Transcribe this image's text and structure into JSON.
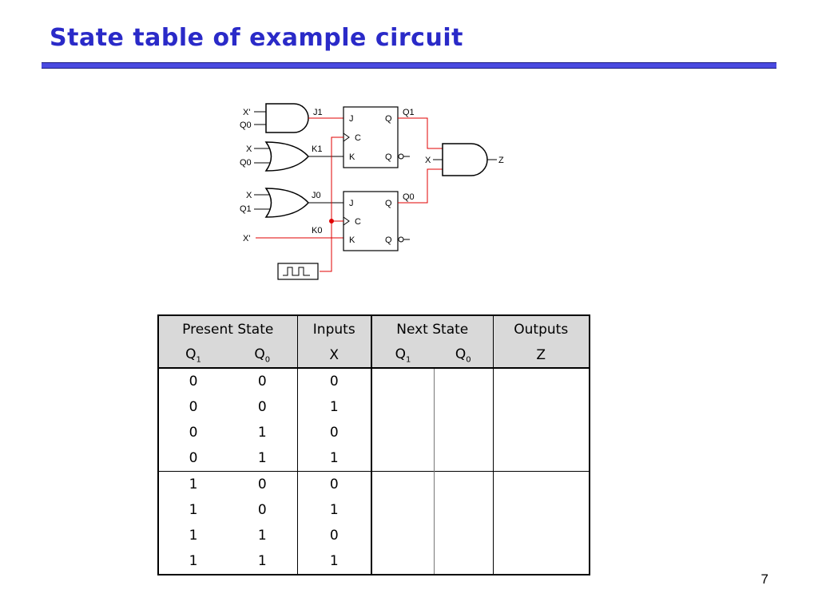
{
  "slide": {
    "title": "State table of example circuit",
    "page_number": "7"
  },
  "circuit": {
    "labels": {
      "x_prime_top": "X'",
      "q0_a": "Q0",
      "j1": "J1",
      "x_b": "X",
      "q0_b": "Q0",
      "k1": "K1",
      "x_c": "X",
      "q1_c": "Q1",
      "j0": "J0",
      "x_prime_bottom": "X'",
      "k0": "K0",
      "q1_out": "Q1",
      "q0_out": "Q0",
      "x_and": "X",
      "z_out": "Z",
      "ff_j": "J",
      "ff_c": "C",
      "ff_k": "K",
      "ff_q": "Q",
      "ff_qbar": "Q"
    }
  },
  "table": {
    "headers": {
      "present_state": "Present State",
      "inputs": "Inputs",
      "next_state": "Next State",
      "outputs": "Outputs"
    },
    "subheaders": {
      "q": "Q",
      "sub1": "1",
      "sub0": "0",
      "x": "X",
      "z": "Z"
    },
    "rows": [
      {
        "q1": "0",
        "q0": "0",
        "x": "0"
      },
      {
        "q1": "0",
        "q0": "0",
        "x": "1"
      },
      {
        "q1": "0",
        "q0": "1",
        "x": "0"
      },
      {
        "q1": "0",
        "q0": "1",
        "x": "1"
      },
      {
        "q1": "1",
        "q0": "0",
        "x": "0"
      },
      {
        "q1": "1",
        "q0": "0",
        "x": "1"
      },
      {
        "q1": "1",
        "q0": "1",
        "x": "0"
      },
      {
        "q1": "1",
        "q0": "1",
        "x": "1"
      }
    ]
  }
}
